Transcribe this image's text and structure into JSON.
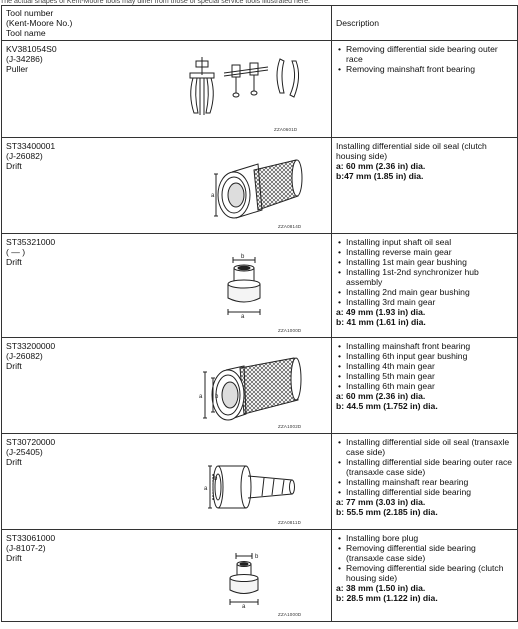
{
  "top_note": "The actual shapes of Kent-Moore tools may differ from those of special service tools illustrated here.",
  "header": {
    "tool_col": [
      "Tool number",
      "(Kent-Moore No.)",
      "Tool name"
    ],
    "desc_col": "Description"
  },
  "rows": [
    {
      "number": "KV381054S0",
      "km": "(J-34286)",
      "name": "Puller",
      "fig_code": "ZZA0601D",
      "bullets": [
        "Removing differential side bearing outer race",
        "Removing mainshaft front bearing"
      ],
      "plain": [],
      "specs": []
    },
    {
      "number": "ST33400001",
      "km": "(J-26082)",
      "name": "Drift",
      "fig_code": "ZZA0814D",
      "bullets": [],
      "plain": [
        "Installing differential side oil seal (clutch housing side)"
      ],
      "specs": [
        "a: 60 mm (2.36 in) dia.",
        "b:47 mm (1.85 in) dia."
      ]
    },
    {
      "number": "ST35321000",
      "km": "(    —    )",
      "name": "Drift",
      "fig_code": "ZZA1000D",
      "bullets": [
        "Installing input shaft oil seal",
        "Installing reverse main gear",
        "Installing 1st main gear bushing",
        "Installing 1st-2nd synchronizer hub assembly",
        "Installing 2nd main gear bushing",
        "Installing 3rd main gear"
      ],
      "plain": [],
      "specs": [
        "a: 49 mm (1.93 in) dia.",
        "b: 41 mm (1.61 in) dia."
      ]
    },
    {
      "number": "ST33200000",
      "km": "(J-26082)",
      "name": "Drift",
      "fig_code": "ZZA1002D",
      "bullets": [
        "Installing mainshaft front bearing",
        "Installing 6th input gear bushing",
        "Installing 4th main gear",
        "Installing 5th main gear",
        "Installing 6th main gear"
      ],
      "plain": [],
      "specs": [
        "a: 60 mm (2.36 in) dia.",
        "b: 44.5 mm (1.752 in) dia."
      ]
    },
    {
      "number": "ST30720000",
      "km": "(J-25405)",
      "name": "Drift",
      "fig_code": "ZZA0811D",
      "bullets": [
        "Installing differential side oil seal (transaxle case side)",
        "Installing differential side bearing outer race (transaxle case side)",
        "Installing mainshaft rear bearing",
        "Installing differential side bearing"
      ],
      "plain": [],
      "specs": [
        "a: 77 mm (3.03 in) dia.",
        "b: 55.5 mm (2.185 in) dia."
      ]
    },
    {
      "number": "ST33061000",
      "km": "(J-8107-2)",
      "name": "Drift",
      "fig_code": "ZZA1000D",
      "bullets": [
        "Installing bore plug",
        "Removing differential side bearing (transaxle case side)",
        "Removing differential side bearing (clutch housing side)"
      ],
      "plain": [],
      "specs": [
        "a: 38 mm (1.50 in) dia.",
        "b: 28.5 mm (1.122 in) dia."
      ]
    }
  ],
  "dimension_labels": {
    "a": "a",
    "b": "b"
  }
}
